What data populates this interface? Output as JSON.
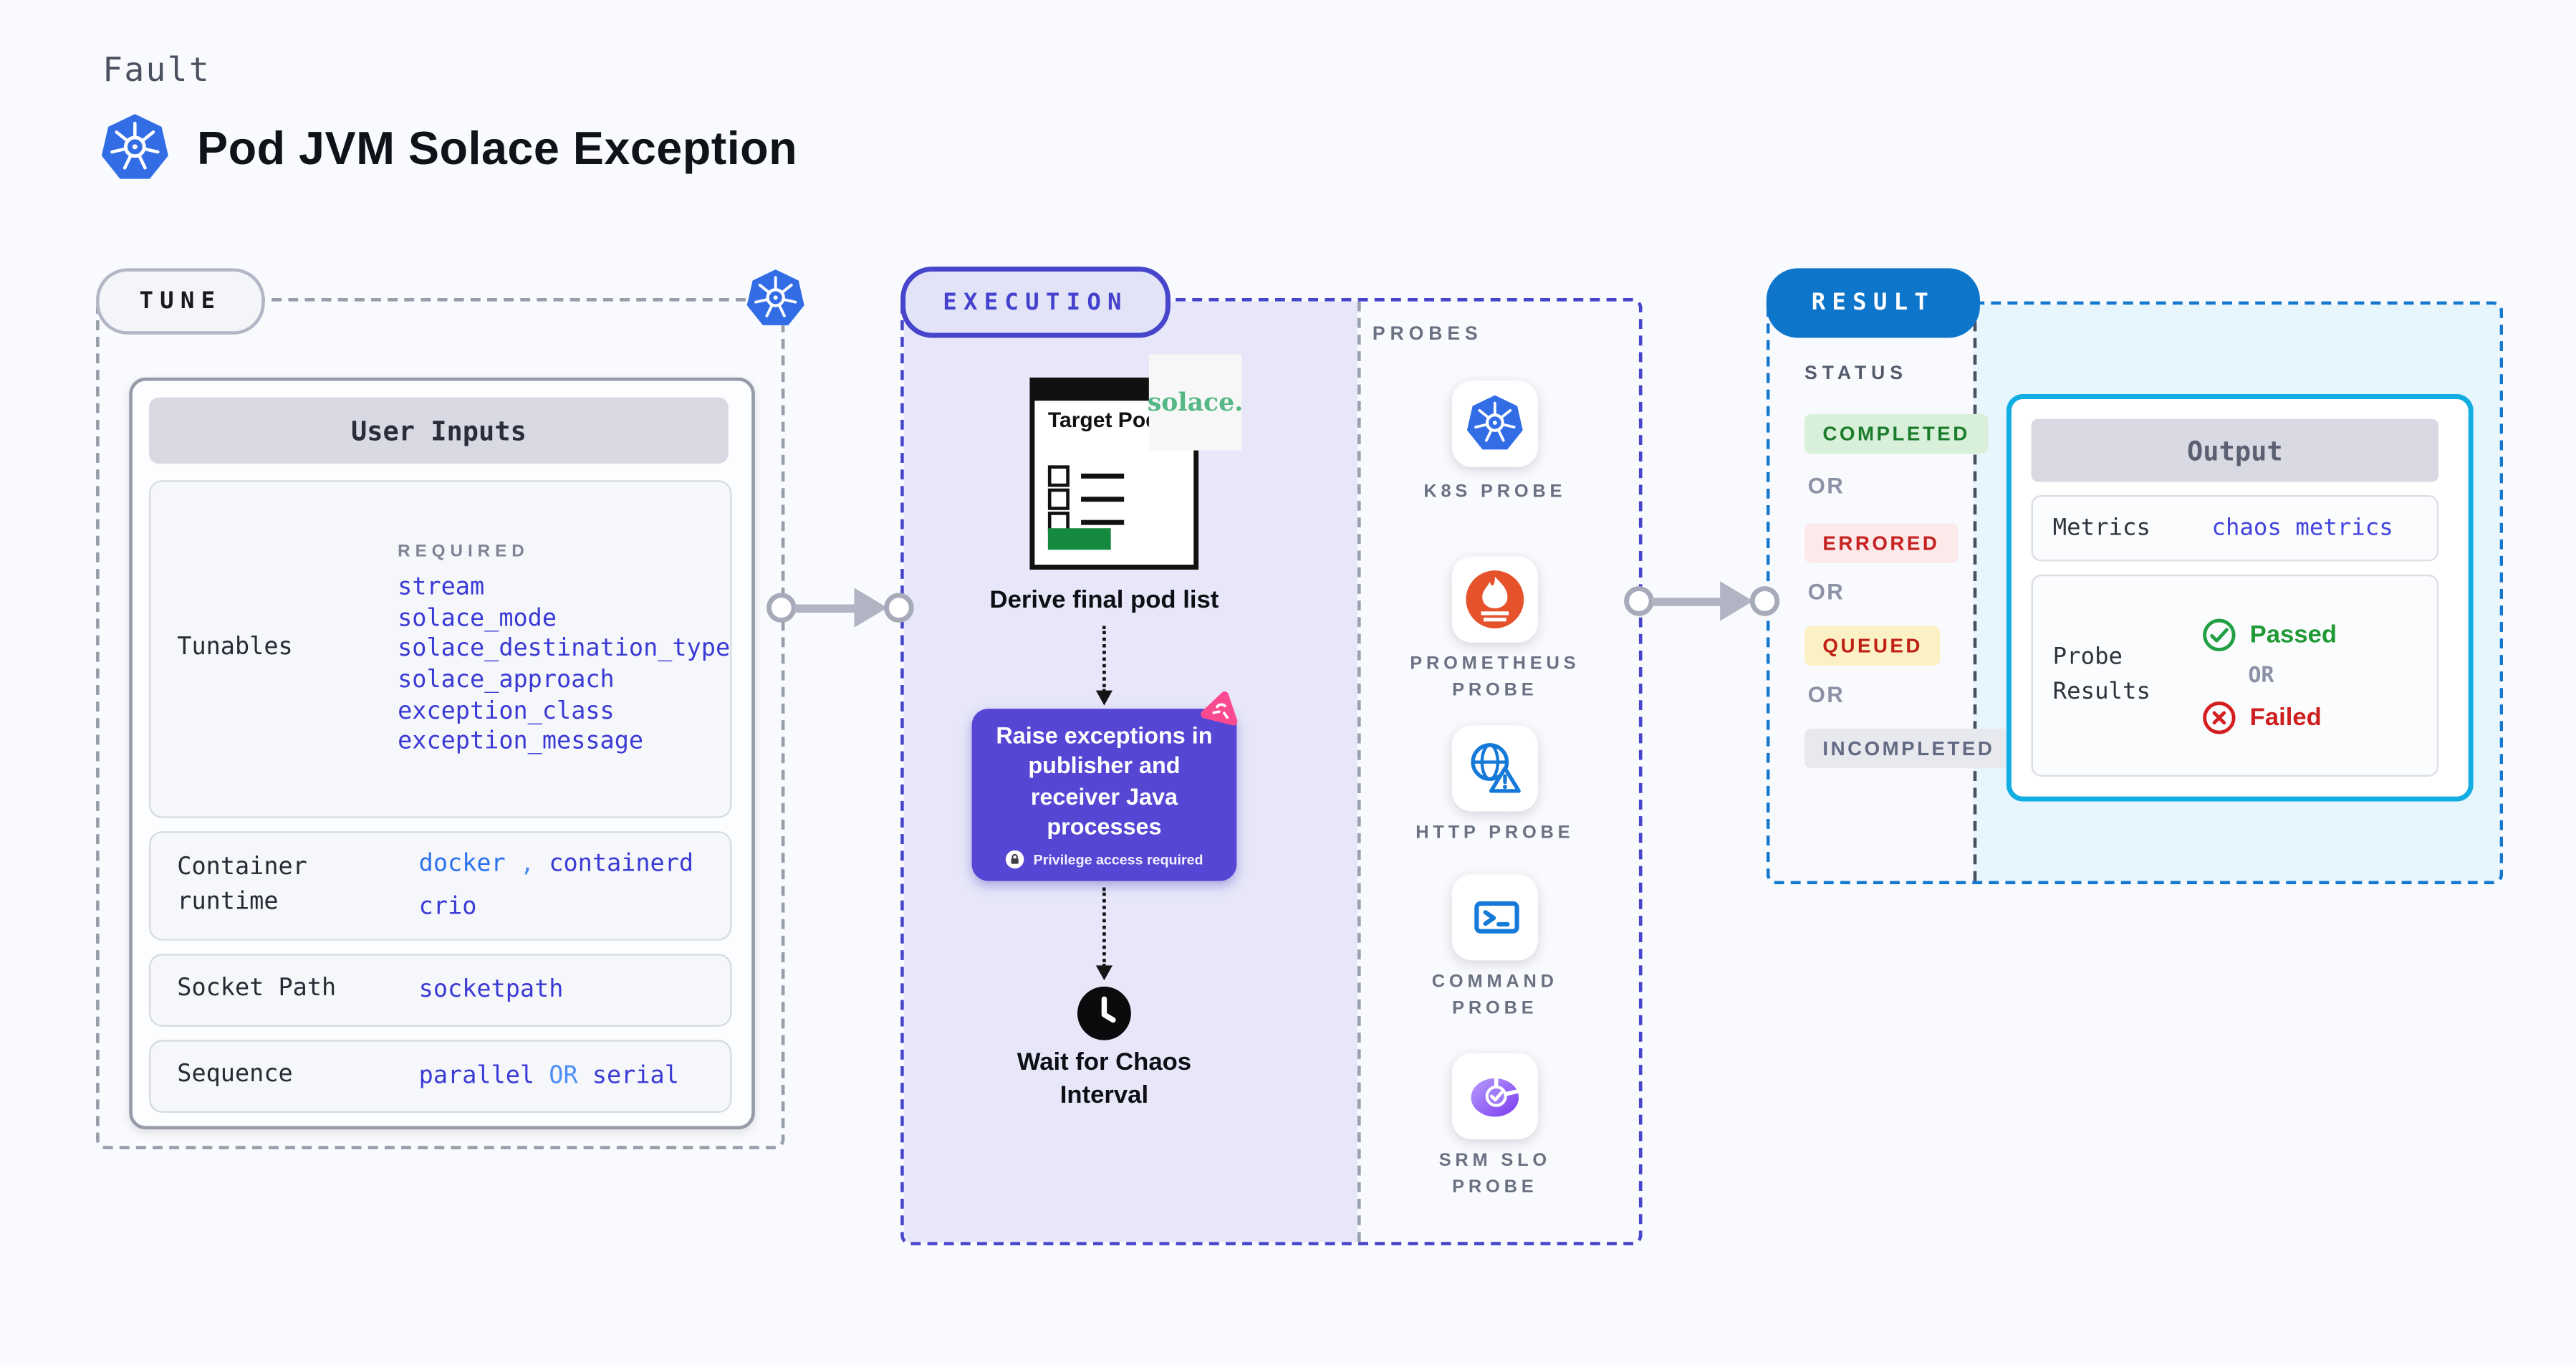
{
  "header": {
    "kicker": "Fault",
    "title": "Pod JVM Solace Exception"
  },
  "tune": {
    "pill": "TUNE",
    "user_inputs_title": "User Inputs",
    "required_label": "REQUIRED",
    "tunables_label": "Tunables",
    "tunables": [
      "stream",
      "solace_mode",
      "solace_destination_type",
      "solace_approach",
      "exception_class",
      "exception_message"
    ],
    "container_runtime": {
      "label": "Container runtime",
      "value1": "docker",
      "separator": ",",
      "value2": "containerd",
      "value3": "crio"
    },
    "socket_path": {
      "label": "Socket Path",
      "value": "socketpath"
    },
    "sequence": {
      "label": "Sequence",
      "value1": "parallel",
      "or": "OR",
      "value2": "serial"
    }
  },
  "execution": {
    "pill": "EXECUTION",
    "target_pods_label": "Target Pods",
    "solace_logo_text": "solace.",
    "derive_step_label": "Derive final pod list",
    "chaos_step_label": "Raise exceptions in publisher and receiver Java processes",
    "privilege_label": "Privilege access required",
    "wait_step_label": "Wait for Chaos Interval"
  },
  "probes": {
    "title": "PROBES",
    "items": [
      {
        "label": "K8S PROBE",
        "icon": "kubernetes-icon"
      },
      {
        "label": "PROMETHEUS PROBE",
        "icon": "prometheus-icon"
      },
      {
        "label": "HTTP PROBE",
        "icon": "globe-warning-icon"
      },
      {
        "label": "COMMAND PROBE",
        "icon": "terminal-icon"
      },
      {
        "label": "SRM SLO PROBE",
        "icon": "slo-gauge-icon"
      }
    ]
  },
  "result": {
    "pill": "RESULT",
    "status_label": "STATUS",
    "or_label": "OR",
    "statuses": [
      {
        "label": "COMPLETED",
        "bg": "#d8f0da",
        "color": "#1b7d2c"
      },
      {
        "label": "ERRORED",
        "bg": "#fce9e9",
        "color": "#c52222"
      },
      {
        "label": "QUEUED",
        "bg": "#fcf0c5",
        "color": "#bf2115"
      },
      {
        "label": "INCOMPLETED",
        "bg": "#e8e9ef",
        "color": "#636b84"
      }
    ],
    "output": {
      "title": "Output",
      "metrics_label": "Metrics",
      "metrics_value": "chaos metrics",
      "probe_results_label": "Probe Results",
      "passed": "Passed",
      "or": "OR",
      "failed": "Failed"
    }
  },
  "colors": {
    "indigo_border": "#4645cb",
    "result_blue": "#0d76cb",
    "output_cyan": "#12ade2",
    "action_purple": "#5646d4",
    "chaos_pink": "#fb4a8f",
    "value_indigo": "#3a3ad6",
    "link_blue": "#2e72ee",
    "passed_green": "#1f9a34",
    "failed_red": "#ce1f1f",
    "k8s_blue": "#326de6",
    "solace_green": "#55b785",
    "prometheus_orange": "#e6522c",
    "execution_fill": "#e7e7f9",
    "result_fill": "#e7f5fc"
  }
}
